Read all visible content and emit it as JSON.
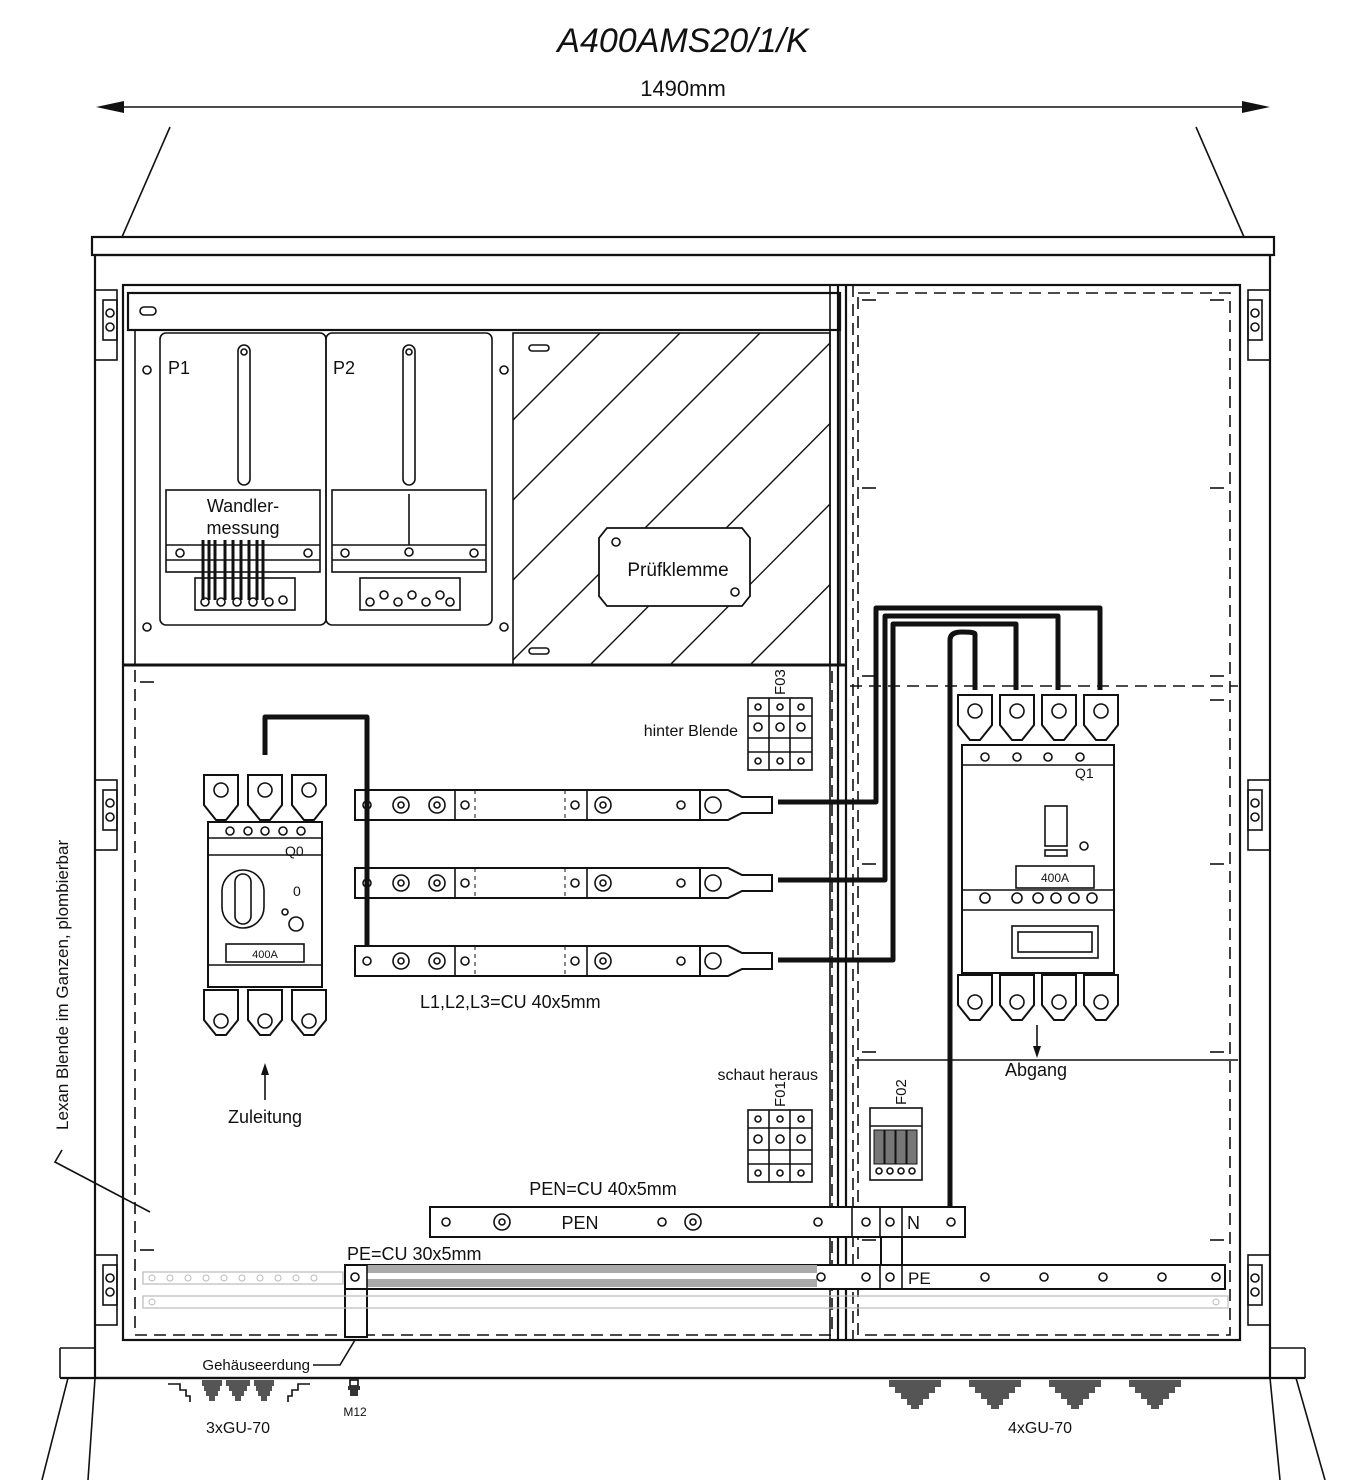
{
  "title": "A400AMS20/1/K",
  "width_label": "1490mm",
  "labels": {
    "p1": "P1",
    "p2": "P2",
    "wandler_1": "Wandler-",
    "wandler_2": "messung",
    "pruefklemme": "Prüfklemme",
    "hinter_blende": "hinter Blende",
    "f03": "F03",
    "f01": "F01",
    "f02": "F02",
    "q0": "Q0",
    "q0_zero": "0",
    "q0_rating": "400A",
    "q1": "Q1",
    "q1_rating": "400A",
    "busbars": "L1,L2,L3=CU 40x5mm",
    "zuleitung": "Zuleitung",
    "abgang": "Abgang",
    "schaut_heraus": "schaut heraus",
    "pen_rail": "PEN=CU 40x5mm",
    "pen": "PEN",
    "n": "N",
    "pe_rail": "PE=CU 30x5mm",
    "pe": "PE",
    "lexan": "Lexan Blende im Ganzen, plombierbar",
    "gehaeuseerdung": "Gehäuseerdung",
    "m12": "M12",
    "gu_left": "3xGU-70",
    "gu_right": "4xGU-70"
  }
}
